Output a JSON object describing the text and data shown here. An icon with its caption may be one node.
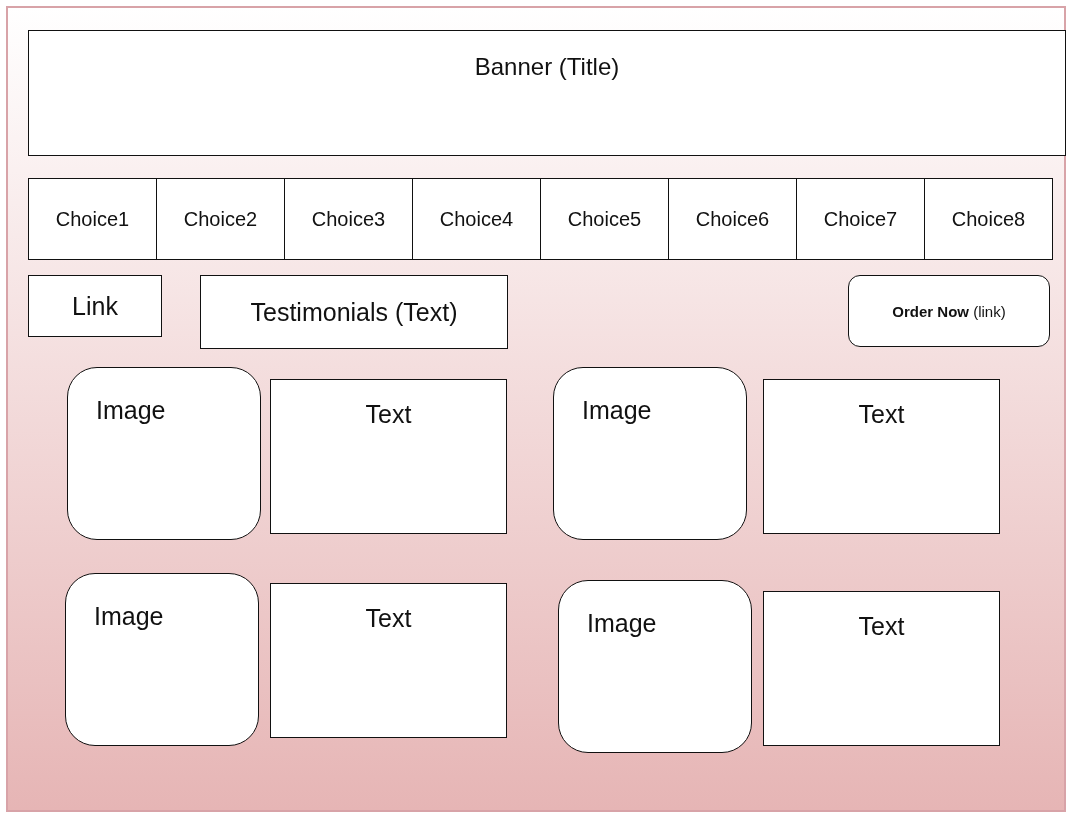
{
  "diagram": {
    "nodes": [
      {
        "text": [],
        "shape": "box"
      },
      {
        "text": [
          "Banner (Title)"
        ],
        "in": 0
      },
      {
        "text": [
          "Choice1"
        ],
        "in": 0
      },
      {
        "text": [
          "Choice2"
        ],
        "in": 0
      },
      {
        "text": [
          "Choice3"
        ],
        "in": 0
      },
      {
        "text": [
          "Choice4"
        ],
        "in": 0
      },
      {
        "text": [
          "Choice5"
        ],
        "in": 0
      },
      {
        "text": [
          "Choice6"
        ],
        "in": 0
      },
      {
        "text": [
          "Choice7"
        ],
        "in": 0
      },
      {
        "text": [
          "Choice8"
        ],
        "in": 0
      },
      {
        "text": [
          "Link"
        ],
        "in": 0
      },
      {
        "text": [
          "Testimonials (Text)"
        ],
        "in": 0
      },
      {
        "text": [
          "**Order Now** (link)"
        ],
        "in": 0
      },
      {
        "text": [
          "Image"
        ],
        "in": 0
      },
      {
        "text": [
          "Text"
        ],
        "in": 0
      },
      {
        "text": [
          "Image"
        ],
        "in": 0
      },
      {
        "text": [
          "Text"
        ],
        "in": 0
      },
      {
        "text": [
          "Image"
        ],
        "in": 0
      },
      {
        "text": [
          "Text"
        ],
        "in": 0
      },
      {
        "text": [
          "Image"
        ],
        "in": 0
      },
      {
        "text": [
          "Text"
        ],
        "in": 0
      }
    ]
  }
}
